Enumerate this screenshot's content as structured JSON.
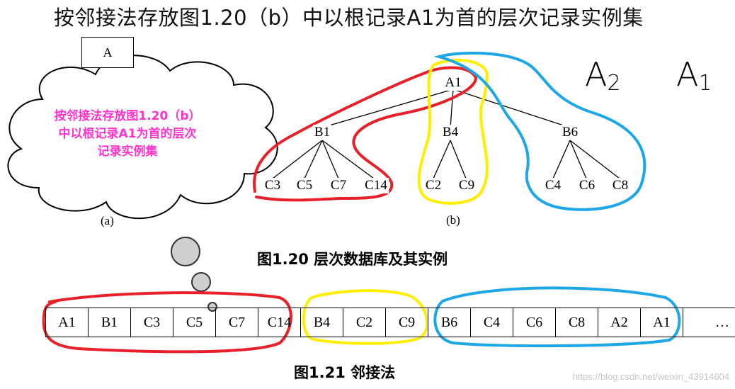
{
  "title": "按邻接法存放图1.20（b）中以根记录A1为首的层次记录实例集",
  "box_label": "A",
  "cloud_lines": [
    "按邻接法存放图1.20（b）",
    "中以根记录A1为首的层次",
    "记录实例集"
  ],
  "tree": {
    "root": "A1",
    "level2": [
      "B1",
      "B4",
      "B6"
    ],
    "b1_children": [
      "C3",
      "C5",
      "C7",
      "C14"
    ],
    "b4_children": [
      "C2",
      "C9"
    ],
    "b6_children": [
      "C4",
      "C6",
      "C8"
    ]
  },
  "label_a": "(a)",
  "label_b": "(b)",
  "caption_fig120": "图1.20  层次数据库及其实例",
  "handwritten": {
    "a2": "A",
    "a2_sub": "2",
    "a1": "A",
    "a1_sub": "1"
  },
  "sequence": [
    "A1",
    "B1",
    "C3",
    "C5",
    "C7",
    "C14",
    "B4",
    "C2",
    "C9",
    "B6",
    "C4",
    "C6",
    "C8",
    "A2",
    "A1",
    "…"
  ],
  "caption_fig121": "图1.21  邻接法",
  "watermark": "https://blog.csdn.net/weixin_43914604",
  "colors": {
    "red": "#e8202a",
    "yellow": "#ffee00",
    "blue": "#1ea7e6",
    "magenta": "#ff33cc"
  }
}
